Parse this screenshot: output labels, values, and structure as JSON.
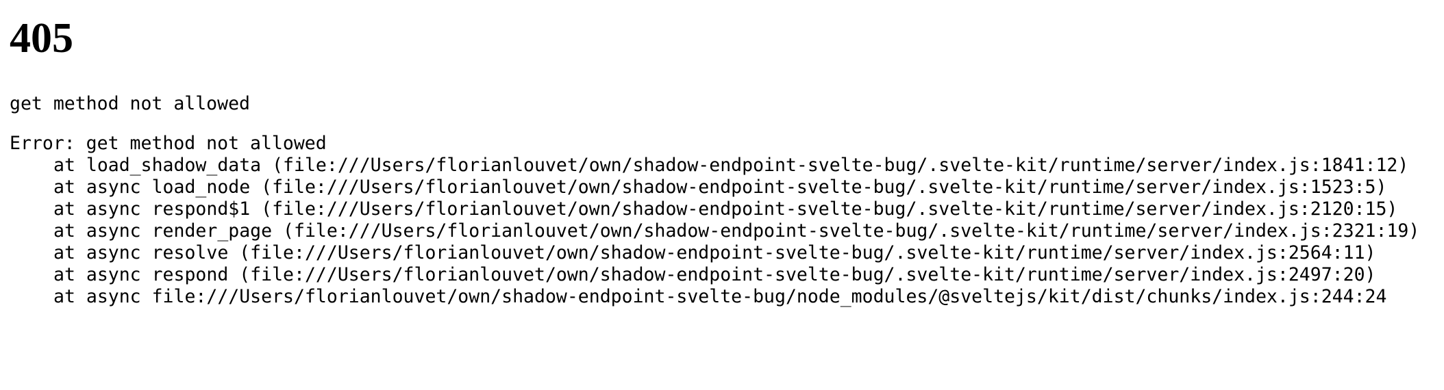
{
  "status": {
    "code": "405"
  },
  "message": "get method not allowed",
  "error": {
    "header": "Error: get method not allowed",
    "frames": [
      "at load_shadow_data (file:///Users/florianlouvet/own/shadow-endpoint-svelte-bug/.svelte-kit/runtime/server/index.js:1841:12)",
      "at async load_node (file:///Users/florianlouvet/own/shadow-endpoint-svelte-bug/.svelte-kit/runtime/server/index.js:1523:5)",
      "at async respond$1 (file:///Users/florianlouvet/own/shadow-endpoint-svelte-bug/.svelte-kit/runtime/server/index.js:2120:15)",
      "at async render_page (file:///Users/florianlouvet/own/shadow-endpoint-svelte-bug/.svelte-kit/runtime/server/index.js:2321:19)",
      "at async resolve (file:///Users/florianlouvet/own/shadow-endpoint-svelte-bug/.svelte-kit/runtime/server/index.js:2564:11)",
      "at async respond (file:///Users/florianlouvet/own/shadow-endpoint-svelte-bug/.svelte-kit/runtime/server/index.js:2497:20)",
      "at async file:///Users/florianlouvet/own/shadow-endpoint-svelte-bug/node_modules/@sveltejs/kit/dist/chunks/index.js:244:24"
    ]
  }
}
